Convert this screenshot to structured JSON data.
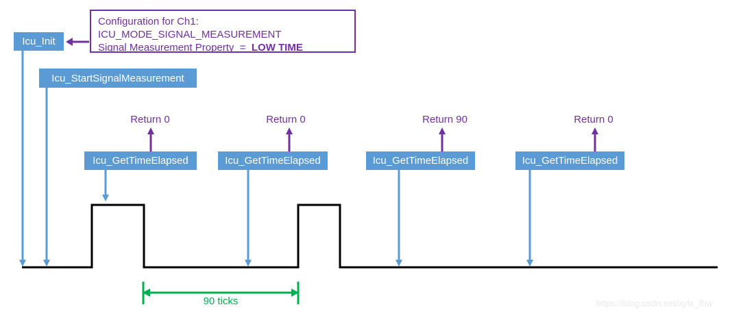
{
  "colors": {
    "call_box_blue": "#5B9BD5",
    "annotation_purple": "#7030A0",
    "dimension_green": "#00B050",
    "signal_black": "#000000",
    "watermark_gray": "#E9E9E9"
  },
  "config_note": {
    "line1": "Configuration for Ch1:",
    "line2": "ICU_MODE_SIGNAL_MEASUREMENT",
    "line3_prefix": "Signal Measurement Property  =  ",
    "line3_value": "LOW TIME"
  },
  "calls": {
    "init_label": "Icu_Init",
    "start_label": "Icu_StartSignalMeasurement",
    "get_time_elapsed_labels": [
      "Icu_GetTimeElapsed",
      "Icu_GetTimeElapsed",
      "Icu_GetTimeElapsed",
      "Icu_GetTimeElapsed"
    ]
  },
  "returns": [
    "Return 0",
    "Return 0",
    "Return 90",
    "Return 0"
  ],
  "dimension": {
    "label": "90 ticks",
    "value_ticks": 90,
    "measures": "low time between pulse 1 falling edge and pulse 2 rising edge"
  },
  "waveform": {
    "type": "digital-timing",
    "levels_sequence": [
      "low",
      "high",
      "low",
      "high",
      "low"
    ],
    "measured_property": "LOW TIME",
    "measured_value_ticks": 90
  },
  "watermark": "https://blog.csdn.net/xyfx_fhw"
}
